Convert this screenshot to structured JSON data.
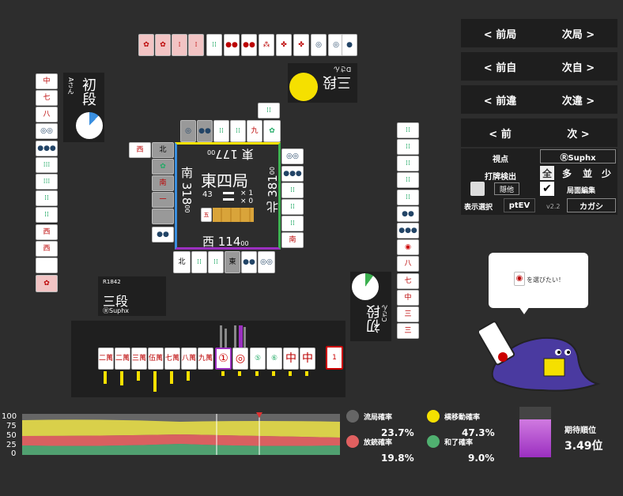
{
  "nav": {
    "prev_round": "< 前局",
    "next_round": "次局 >",
    "prev_self": "< 前自",
    "next_self": "次自 >",
    "prev_diff": "< 前違",
    "next_diff": "次違 >",
    "prev": "< 前",
    "next": "次 >"
  },
  "settings": {
    "viewpoint_label": "視点",
    "viewpoint_value": "ⓇSuphx",
    "detect_label": "打牌検出",
    "opt_all": "全",
    "opt_many": "多",
    "opt_mid": "並",
    "opt_few": "少",
    "hide_label": "隠他",
    "edit_label": "局面編集",
    "display_label": "表示選択",
    "ptev_label": "ptEV",
    "version": "v2.2",
    "kagashi_label": "カガシ"
  },
  "center": {
    "round": "東四局",
    "honba": "43",
    "honba_x1": "× 1",
    "honba_x0": "× 0",
    "east_score": "東 177",
    "east_sub": "00",
    "south_score": "南 318",
    "south_sub": "00",
    "north_score": "北 381",
    "north_sub": "00",
    "west_score": "西 114",
    "west_sub": "00"
  },
  "players": {
    "top_rank": "三段",
    "top_name": "Dさん",
    "left_rank": "初段",
    "left_name": "Aさん",
    "right_rank": "初段",
    "right_name": "Cさん",
    "self_id": "R1842",
    "self_rank": "三段",
    "self_name": "ⓇSuphx"
  },
  "speech": {
    "text": "を選びたい！",
    "tile_icon": "pin-1-icon"
  },
  "hand": {
    "tiles": [
      "二萬",
      "二萬",
      "三萬",
      "伍萬",
      "七萬",
      "八萬",
      "九萬",
      "①",
      "◎",
      "⑤",
      "⑥",
      "中",
      "中"
    ],
    "drawn": "1"
  },
  "chart_data": {
    "type": "area",
    "yticks": [
      "100",
      "75",
      "50",
      "25",
      "0"
    ],
    "series": [
      {
        "name": "流局確率",
        "color": "#666666"
      },
      {
        "name": "横移動確率",
        "color": "#e8e050"
      },
      {
        "name": "放銃確率",
        "color": "#e06060"
      },
      {
        "name": "和了確率",
        "color": "#50b070"
      }
    ]
  },
  "stats": {
    "ryukyoku_label": "流局確率",
    "ryukyoku_value": "23.7%",
    "yoko_label": "横移動確率",
    "yoko_value": "47.3%",
    "houju_label": "放銃確率",
    "houju_value": "19.8%",
    "hora_label": "和了確率",
    "hora_value": "9.0%",
    "rank_label": "期待順位",
    "rank_value": "3.49位",
    "rank_fill": 0.75
  },
  "colors": {
    "accent_purple": "#9b2fc0",
    "bg": "#2d2d2d",
    "panel": "#1f1f1f",
    "yellow": "#f5e000"
  }
}
